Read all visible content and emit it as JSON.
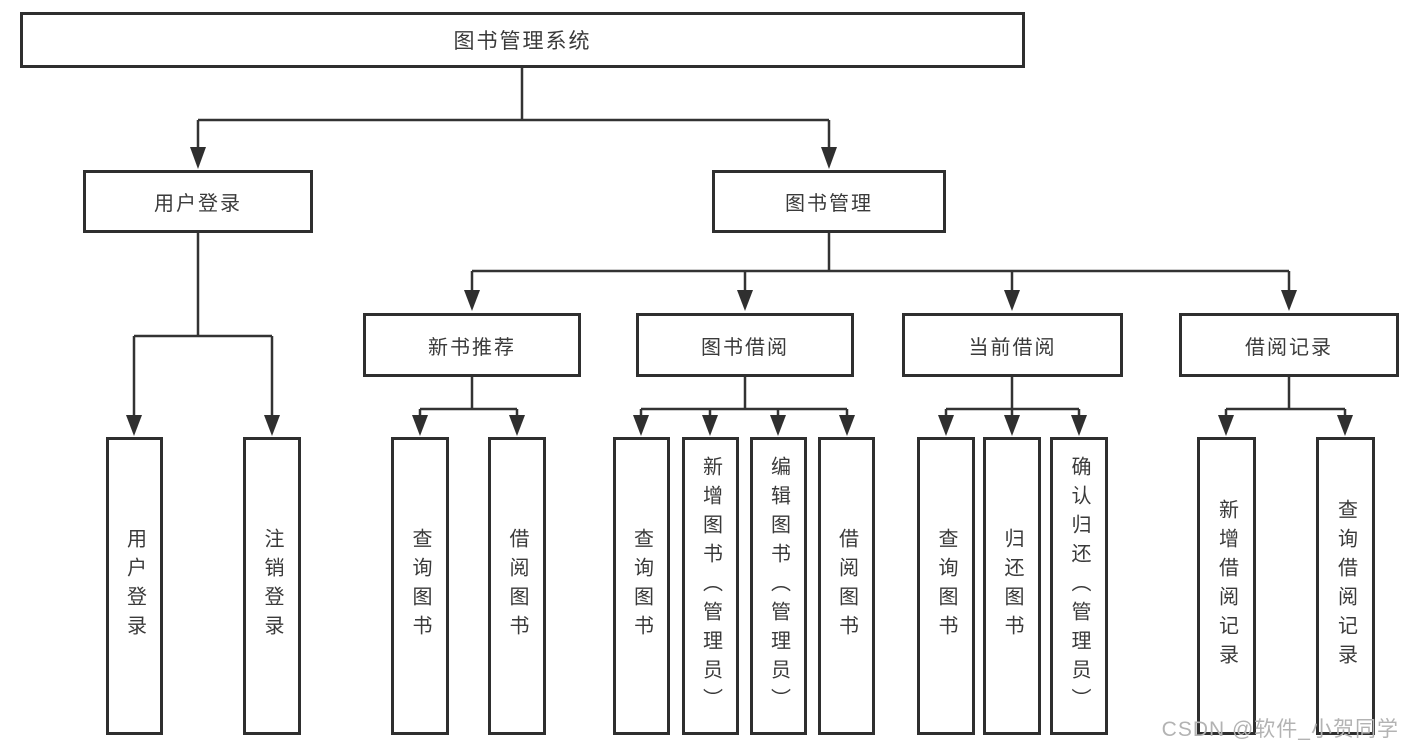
{
  "diagram": {
    "tree": {
      "label": "图书管理系统",
      "children": [
        {
          "label": "用户登录",
          "children": [
            {
              "label": "用户登录"
            },
            {
              "label": "注销登录"
            }
          ]
        },
        {
          "label": "图书管理",
          "children": [
            {
              "label": "新书推荐",
              "children": [
                {
                  "label": "查询图书"
                },
                {
                  "label": "借阅图书"
                }
              ]
            },
            {
              "label": "图书借阅",
              "children": [
                {
                  "label": "查询图书"
                },
                {
                  "label": "新增图书（管理员）"
                },
                {
                  "label": "编辑图书（管理员）"
                },
                {
                  "label": "借阅图书"
                }
              ]
            },
            {
              "label": "当前借阅",
              "children": [
                {
                  "label": "查询图书"
                },
                {
                  "label": "归还图书"
                },
                {
                  "label": "确认归还（管理员）"
                }
              ]
            },
            {
              "label": "借阅记录",
              "children": [
                {
                  "label": "新增借阅记录"
                },
                {
                  "label": "查询借阅记录"
                }
              ]
            }
          ]
        }
      ]
    },
    "line_color": "#333333",
    "box_border_color": "#2f2f2f",
    "text_color": "#3a3a3a"
  },
  "watermark": {
    "text": "CSDN @软件_小贺同学"
  }
}
